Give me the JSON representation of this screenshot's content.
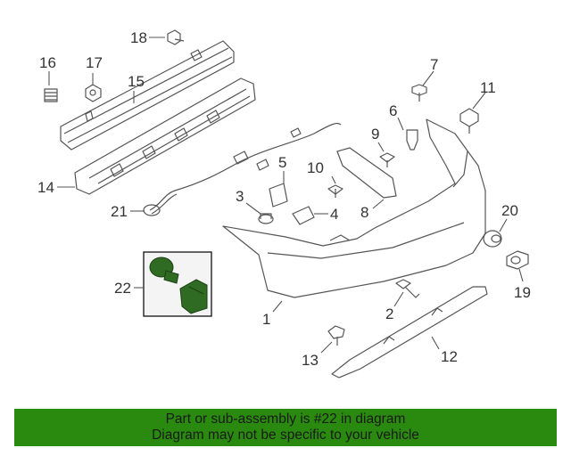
{
  "diagram": {
    "callouts": [
      "1",
      "2",
      "3",
      "4",
      "5",
      "6",
      "7",
      "8",
      "9",
      "10",
      "11",
      "12",
      "13",
      "14",
      "15",
      "16",
      "17",
      "18",
      "19",
      "20",
      "21",
      "22"
    ],
    "highlight_color": "#2f6b22"
  },
  "footer": {
    "line1": "Part or sub-assembly is #22 in diagram",
    "line2": "Diagram may not be specific to your vehicle",
    "background": "#2a8a10"
  }
}
